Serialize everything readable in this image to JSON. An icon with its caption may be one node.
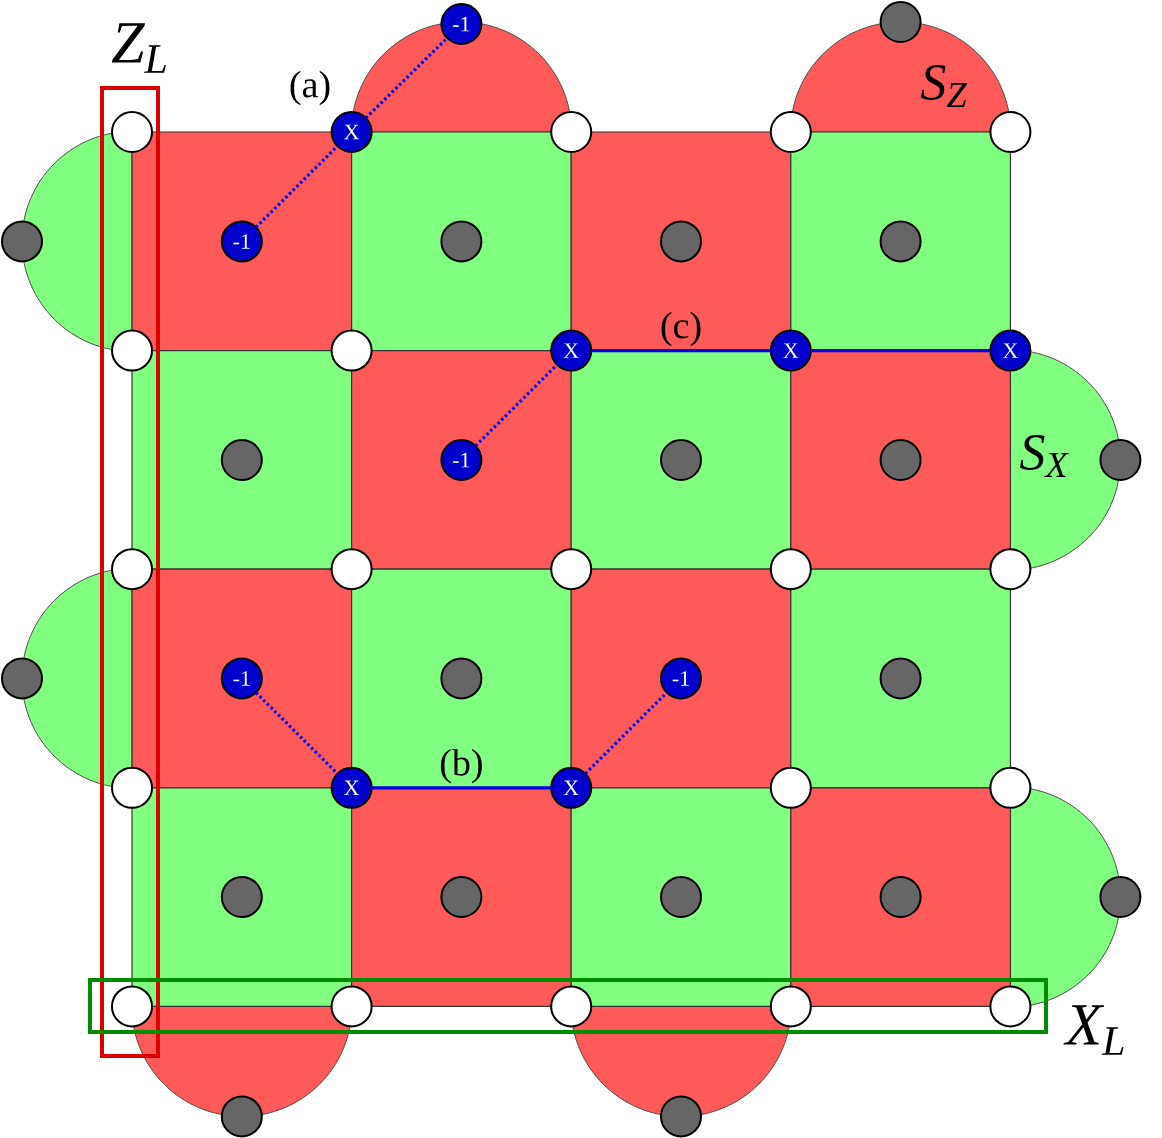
{
  "diagram": {
    "nodes": [
      {
        "text": [
          "-1"
        ]
      },
      {
        "text": [
          "X"
        ]
      },
      {
        "text": [
          "-1"
        ]
      },
      {
        "text": [
          "X"
        ]
      },
      {
        "text": [
          "X"
        ]
      },
      {
        "text": [
          "X"
        ]
      },
      {
        "text": [
          "-1"
        ]
      },
      {
        "text": [
          "-1"
        ]
      },
      {
        "text": [
          "-1"
        ]
      },
      {
        "text": [
          "X"
        ]
      },
      {
        "text": [
          "X"
        ]
      },
      {
        "text": [],
        "shape": "circle"
      },
      {
        "text": [],
        "shape": "circle"
      },
      {
        "text": [],
        "shape": "circle"
      },
      {
        "text": [],
        "shape": "circle"
      },
      {
        "text": [],
        "shape": "circle"
      },
      {
        "text": [],
        "shape": "circle"
      },
      {
        "text": [],
        "shape": "circle"
      },
      {
        "text": [],
        "shape": "circle"
      },
      {
        "text": [],
        "shape": "circle"
      },
      {
        "text": [],
        "shape": "circle"
      },
      {
        "text": [],
        "shape": "circle"
      },
      {
        "text": [],
        "shape": "circle"
      },
      {
        "text": [],
        "shape": "circle"
      },
      {
        "text": [],
        "shape": "circle"
      },
      {
        "text": [],
        "shape": "circle"
      },
      {
        "text": [],
        "shape": "circle"
      },
      {
        "text": [],
        "shape": "circle"
      },
      {
        "text": [],
        "shape": "circle"
      },
      {
        "text": [],
        "shape": "circle"
      },
      {
        "text": [],
        "shape": "circle"
      },
      {
        "text": [],
        "shape": "circle"
      },
      {
        "text": [],
        "shape": "circle"
      },
      {
        "text": [],
        "shape": "circle"
      },
      {
        "text": [],
        "shape": "circle"
      },
      {
        "text": [],
        "shape": "circle"
      },
      {
        "text": [],
        "shape": "circle"
      },
      {
        "text": [],
        "shape": "circle"
      },
      {
        "text": [],
        "shape": "circle"
      },
      {
        "text": [],
        "shape": "circle"
      },
      {
        "text": [],
        "shape": "circle"
      },
      {
        "text": [],
        "shape": "circle"
      },
      {
        "text": [],
        "shape": "circle"
      },
      {
        "text": [],
        "shape": "circle"
      },
      {
        "text": [],
        "shape": "circle"
      },
      {
        "text": [],
        "shape": "circle"
      },
      {
        "text": [],
        "shape": "circle"
      },
      {
        "text": [],
        "shape": "circle"
      },
      {
        "text": [],
        "shape": "circle"
      }
    ],
    "edges": [
      {
        "from": 2,
        "to": 1,
        "arrow": "none",
        "style": "dashed"
      },
      {
        "from": 1,
        "to": 0,
        "arrow": "none",
        "style": "dashed"
      },
      {
        "from": 6,
        "to": 3,
        "arrow": "none",
        "style": "dashed"
      },
      {
        "from": 3,
        "to": 4,
        "arrow": "none",
        "label": "(c)"
      },
      {
        "from": 4,
        "to": 5,
        "arrow": "none"
      },
      {
        "from": 7,
        "to": 9,
        "arrow": "none",
        "style": "dashed"
      },
      {
        "from": 9,
        "to": 10,
        "arrow": "none",
        "label": "(b)"
      },
      {
        "from": 10,
        "to": 8,
        "arrow": "none",
        "style": "dashed"
      }
    ],
    "labels": [
      "Z$_{L}$",
      "(a)",
      "S$_{Z}$",
      "S$_{X}$",
      "X$_{L}$"
    ]
  }
}
